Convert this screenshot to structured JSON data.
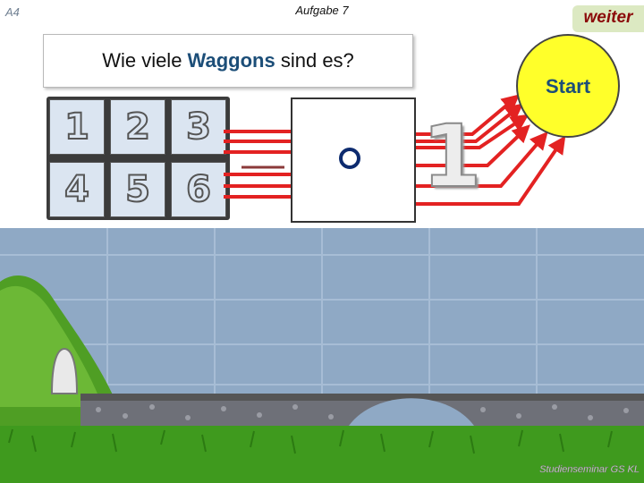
{
  "header": {
    "slide_id": "A4",
    "task_title": "Aufgabe 7",
    "next_label": "weiter"
  },
  "question": {
    "before": "Wie viele ",
    "highlight": "Waggons",
    "after": " sind es?"
  },
  "keypad": {
    "keys": [
      "1",
      "2",
      "3",
      "4",
      "5",
      "6"
    ]
  },
  "display": {
    "digit": "1"
  },
  "start": {
    "label": "Start"
  },
  "footer": {
    "watermark": "Studienseminar GS KL"
  },
  "colors": {
    "sky": "#8fa9c5",
    "grass": "#3f9a1e",
    "wire": "#e32222",
    "start_fill": "#ffff2a",
    "accent_text": "#1c4e78",
    "weiter_text": "#8b0a0a"
  }
}
